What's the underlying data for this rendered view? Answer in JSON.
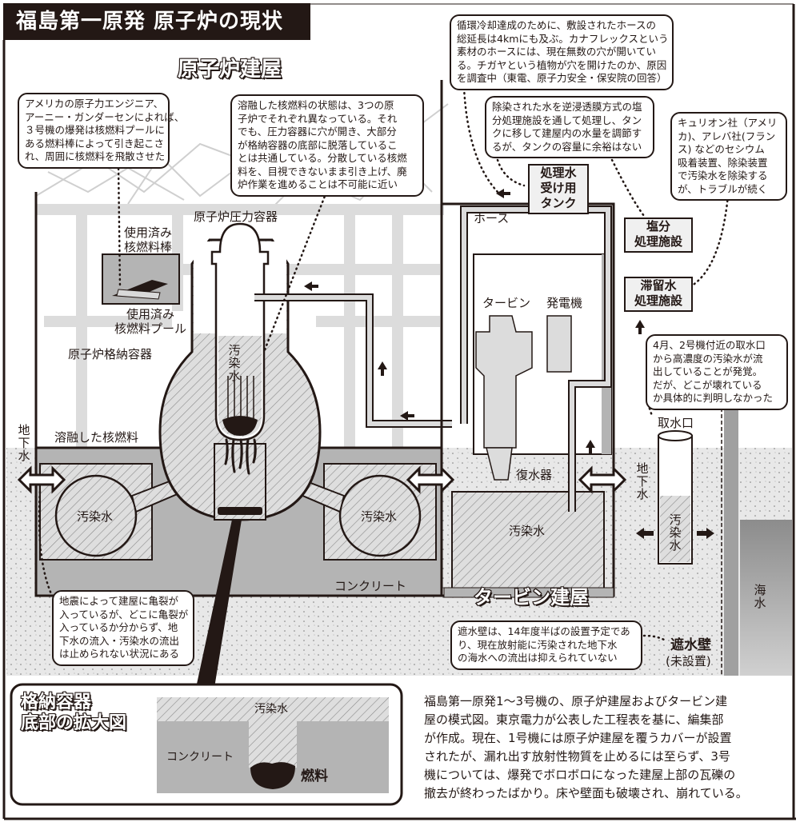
{
  "title": "福島第一原発 原子炉の現状",
  "sections": {
    "reactor_building": "原子炉建屋",
    "turbine_building": "タービン建屋",
    "inset_title_line1": "格納容器",
    "inset_title_line2": "底部の拡大図"
  },
  "callouts": {
    "gundersen": [
      "アメリカの原子力エンジニア、",
      "アーニー・ガンダーセンによれば、",
      "３号機の爆発は核燃料プールに",
      "ある燃料棒によって引き起こさ",
      "れ、周囲に核燃料を飛散させた"
    ],
    "melted_fuel": [
      "溶融した核燃料の状態は、3つの原",
      "子炉でそれぞれ異なっている。それ",
      "でも、圧力容器に穴が開き、大部分",
      "が格納容器の底部に脱落しているこ",
      "とは共通している。分散している核燃",
      "料を、目視できないまま引き上げ、廃",
      "炉作業を進めることは不可能に近い"
    ],
    "hose": [
      "循環冷却達成のために、敷設されたホースの",
      "総延長は4kmにも及ぶ。カナフレックスという",
      "素材のホースには、現在無数の穴が開いてい",
      "る。チガヤという植物が穴を開けたのか、原因",
      "を調査中（東電、原子力安全・保安院の回答）"
    ],
    "reverse_osmosis": [
      "除染された水を逆浸透膜方式の塩",
      "分処理施設を通して処理し、タン",
      "クに移して建屋内の水量を調節す",
      "るが、タンクの容量に余裕はない"
    ],
    "kurion": [
      "キュリオン社（アメリ",
      "カ)、アレバ社(フラン",
      "ス) などのセシウム",
      "吸着装置、除染装置",
      "で汚染水を除染する",
      "が、トラブルが続く"
    ],
    "intake": [
      "4月、2号機付近の取水口",
      "から高濃度の汚染水が流",
      "出していることが発覚。",
      "だが、どこが壊れている",
      "か具体的に判明しなかった"
    ],
    "earthquake": [
      "地震によって建屋に亀裂が",
      "入っているが、どこに亀裂が",
      "入っているか分からず、地",
      "下水の流入・汚染水の流出",
      "は止められない状況にある"
    ],
    "seawall": [
      "遮水壁は、14年度半ばの設置予定であ",
      "り、現在放射能に汚染された地下水",
      "の海水への流出は抑えられていない"
    ]
  },
  "labels": {
    "spent_fuel_rods": [
      "使用済み",
      "核燃料棒"
    ],
    "spent_fuel_pool": [
      "使用済み",
      "核燃料プール"
    ],
    "pressure_vessel": "原子炉圧力容器",
    "containment_vessel": "原子炉格納容器",
    "melted_fuel": "溶融した核燃料",
    "contaminated_water": "汚染水",
    "groundwater": "地下水",
    "concrete": "コンクリート",
    "hose": "ホース",
    "turbine": "タービン",
    "generator": "発電機",
    "condenser": "復水器",
    "water_intake": "取水口",
    "seawater": "海水",
    "seawall": "遮水壁",
    "seawall_status": "(未設置)",
    "fuel": "燃料"
  },
  "facility_boxes": {
    "treated_water_tank": [
      "処理水",
      "受け用",
      "タンク"
    ],
    "desalination": [
      "塩分",
      "処理施設"
    ],
    "stagnant_water": [
      "滞留水",
      "処理施設"
    ]
  },
  "caption": [
    "福島第一原発1～3号機の、原子炉建屋およびタービン建",
    "屋の模式図。東京電力が公表した工程表を基に、編集部",
    "が作成。現在、1号機には原子炉建屋を覆うカバーが設置",
    "されたが、漏れ出す放射性物質を止めるには至らず、3号",
    "機については、爆発でボロボロになった建屋上部の瓦礫の",
    "撤去が終わったばかり。床や壁面も破壊され、崩れている。"
  ],
  "colors": {
    "ink": "#231815",
    "concrete": "#b4b4b4",
    "light_gray": "#dcdcdc",
    "ground": "#e6e6e6",
    "water_hatch": "#d9d9d9"
  }
}
